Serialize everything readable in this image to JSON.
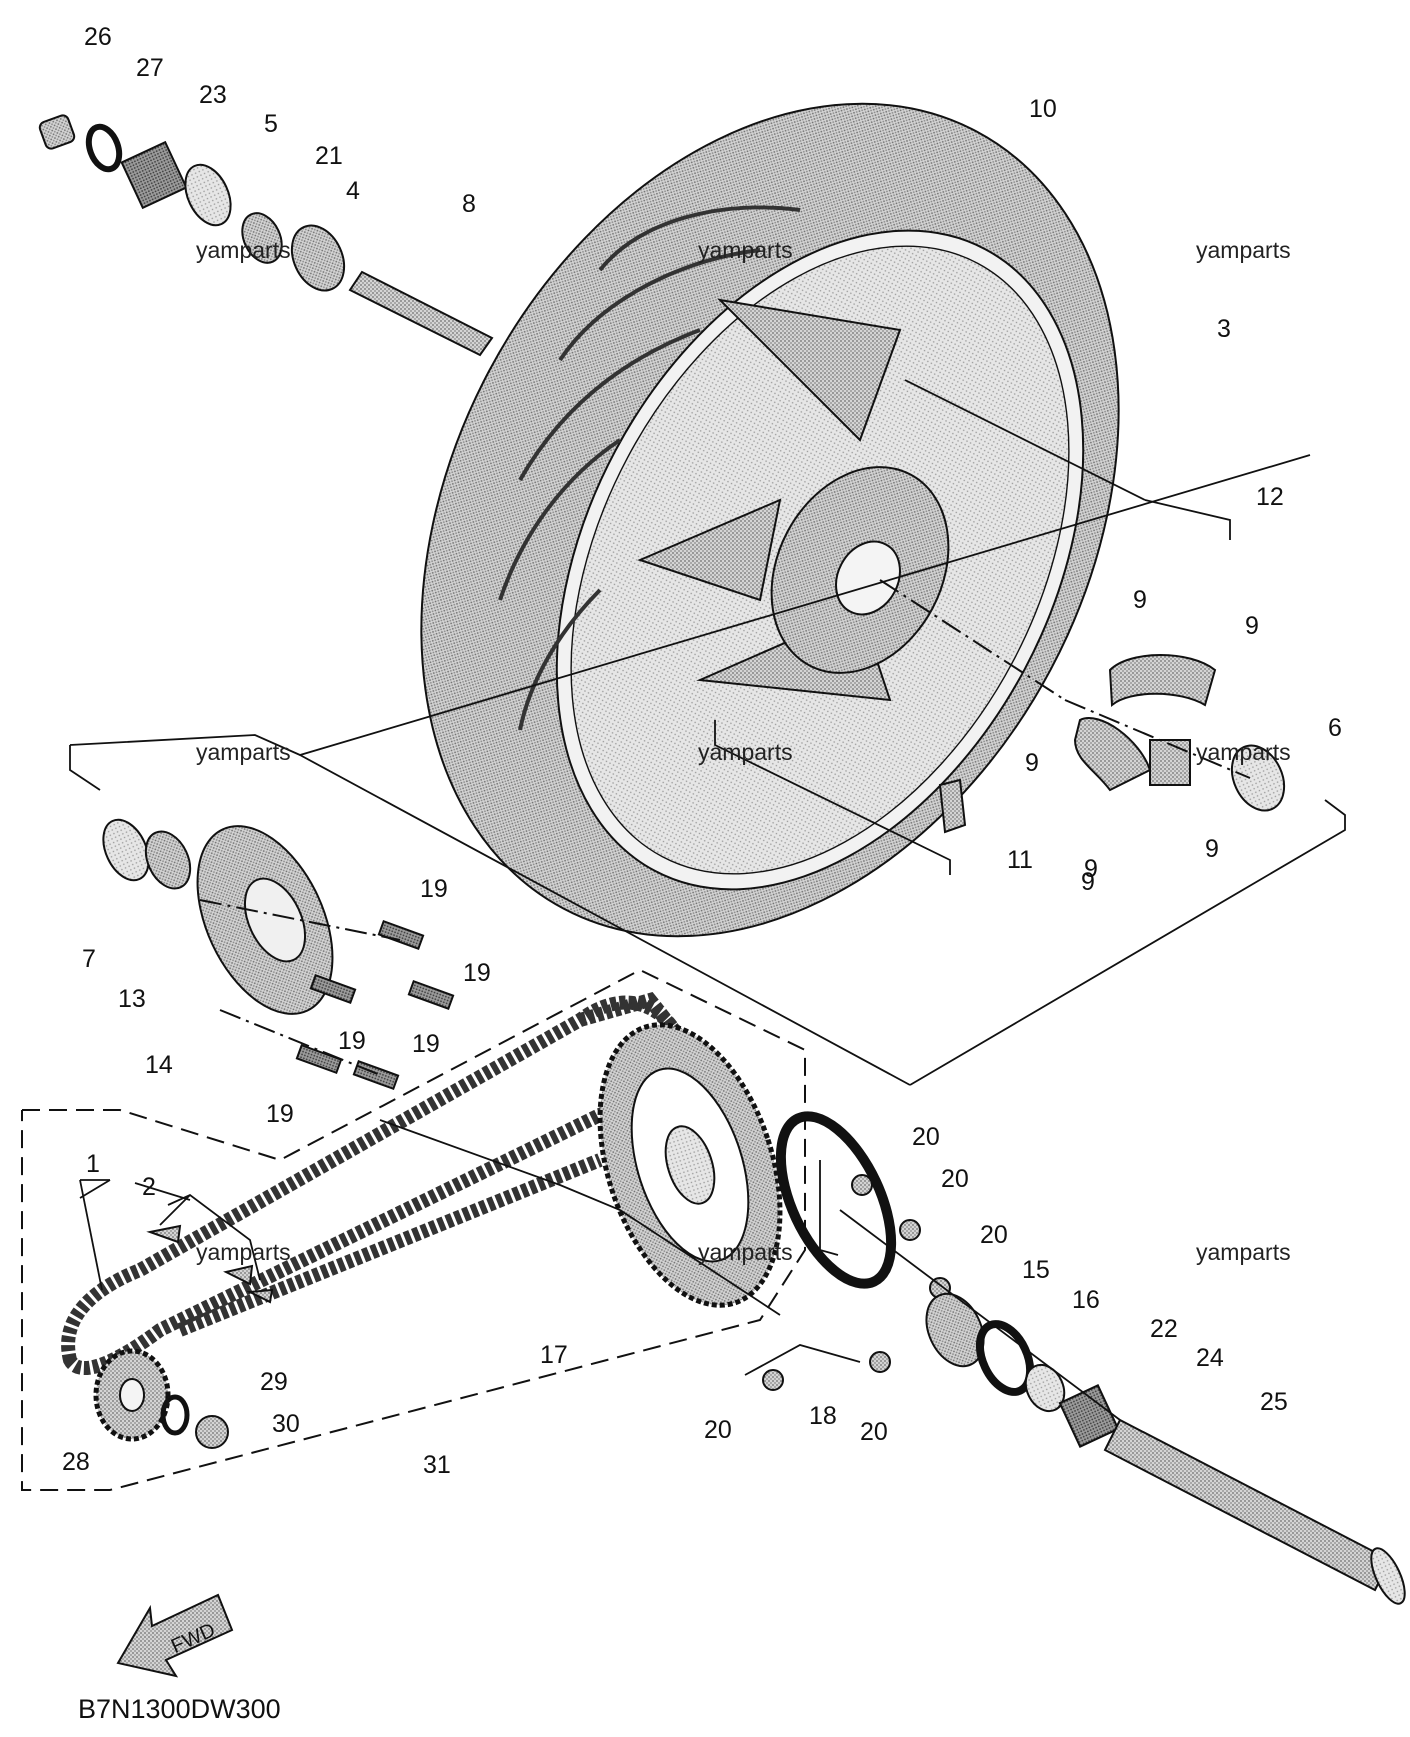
{
  "diagram": {
    "code": "B7N1300DW300",
    "fwd_label": "FWD",
    "watermark": "yamparts",
    "part_numbers": [
      "1",
      "2",
      "3",
      "4",
      "5",
      "6",
      "7",
      "8",
      "9",
      "9",
      "9",
      "9",
      "9",
      "9",
      "10",
      "11",
      "12",
      "13",
      "14",
      "15",
      "16",
      "17",
      "18",
      "19",
      "19",
      "19",
      "19",
      "19",
      "20",
      "20",
      "20",
      "20",
      "20",
      "21",
      "22",
      "23",
      "24",
      "25",
      "26",
      "27",
      "28",
      "29",
      "30",
      "31"
    ]
  }
}
